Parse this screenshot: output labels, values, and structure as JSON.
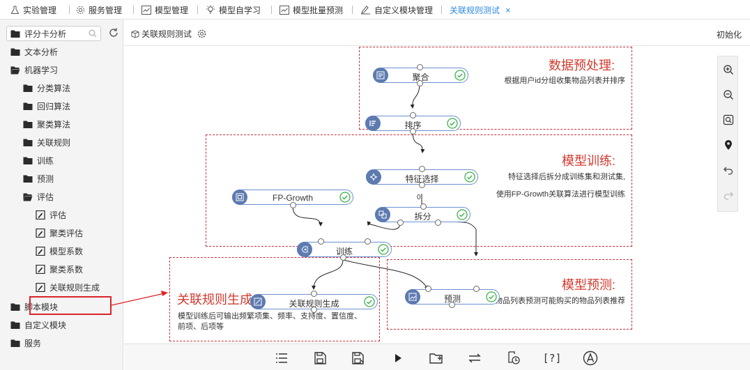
{
  "tabs": [
    {
      "label": "实验管理",
      "icon": "flask-icon"
    },
    {
      "label": "服务管理",
      "icon": "gear-icon"
    },
    {
      "label": "模型管理",
      "icon": "chart-window-icon"
    },
    {
      "label": "模型自学习",
      "icon": "lightbulb-icon"
    },
    {
      "label": "模型批量预测",
      "icon": "chart-window-icon"
    },
    {
      "label": "自定义模块管理",
      "icon": "pen-icon"
    },
    {
      "label": "关联规则测试",
      "icon": "",
      "active": true
    }
  ],
  "sidebar": {
    "search_placeholder": "",
    "items": [
      {
        "label": "评分卡分析",
        "type": "folder"
      },
      {
        "label": "文本分析",
        "type": "folder"
      },
      {
        "label": "机器学习",
        "type": "folder-open"
      },
      {
        "label": "分类算法",
        "type": "folder"
      },
      {
        "label": "回归算法",
        "type": "folder"
      },
      {
        "label": "聚类算法",
        "type": "folder"
      },
      {
        "label": "关联规则",
        "type": "folder"
      },
      {
        "label": "训练",
        "type": "folder"
      },
      {
        "label": "预测",
        "type": "folder"
      },
      {
        "label": "评估",
        "type": "folder-open"
      },
      {
        "label": "评估",
        "type": "module"
      },
      {
        "label": "聚类评估",
        "type": "module"
      },
      {
        "label": "模型系数",
        "type": "module"
      },
      {
        "label": "聚类系数",
        "type": "module"
      },
      {
        "label": "关联规则生成",
        "type": "module",
        "selected": true
      },
      {
        "label": "脚本模块",
        "type": "folder"
      },
      {
        "label": "自定义模块",
        "type": "folder"
      },
      {
        "label": "服务",
        "type": "folder"
      }
    ]
  },
  "main": {
    "title": "关联规则测试",
    "init_label": "初始化"
  },
  "frames": {
    "preprocess": {
      "title": "数据预处理:",
      "desc": "根据用户id分组收集物品列表并排序"
    },
    "train": {
      "title": "模型训练:",
      "desc1": "特征选择后拆分成训练集和测试集,",
      "desc2": "使用FP-Growth关联算法进行模型训练"
    },
    "rulegen": {
      "title": "关联规则生成:",
      "desc": "模型训练后可输出频繁项集、频率、支持度、置信度、前项、后项等"
    },
    "predict": {
      "title": "模型预测:",
      "desc": "模型训练后根据购买的物品列表预测可能购买的物品列表推荐"
    }
  },
  "nodes": {
    "aggregate": "聚合",
    "sort": "排序",
    "feature": "特征选择",
    "fpgrowth": "FP-Growth",
    "split": "拆分",
    "train": "训练",
    "rulegen": "关联规则生成",
    "predict": "预测"
  },
  "edge_label": "0",
  "footer": {
    "help_label": "[?]"
  },
  "colors": {
    "accent": "#2f8ae0",
    "frame": "#c6303a",
    "node_icon": "#5d7bb0",
    "ok": "#3cb04a",
    "highlight": "#d9242a"
  }
}
